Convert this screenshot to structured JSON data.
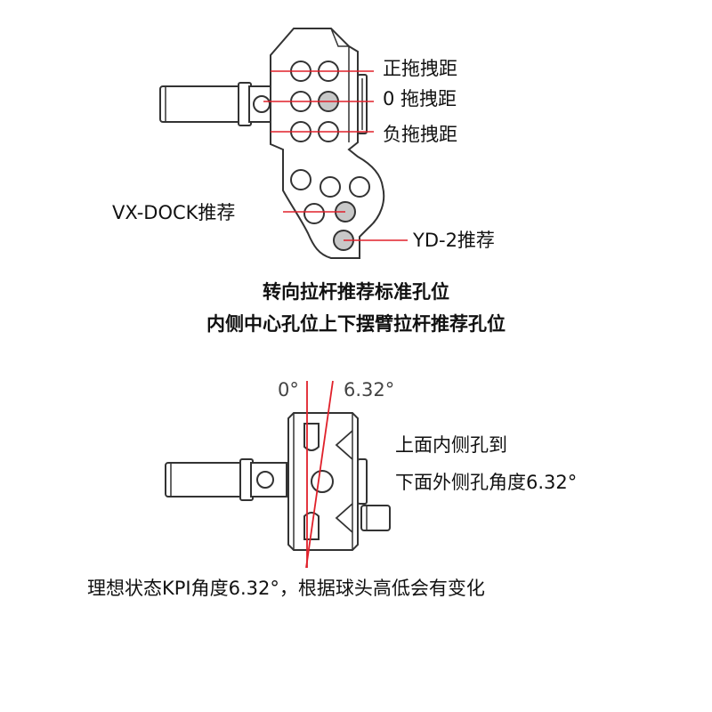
{
  "top_diagram": {
    "labels": {
      "positive_scrub": "正拖拽距",
      "zero_scrub": "0 拖拽距",
      "negative_scrub": "负拖拽距",
      "vx_dock": "VX-DOCK推荐",
      "yd2": "YD-2推荐"
    },
    "caption_line1": "转向拉杆推荐标准孔位",
    "caption_line2": "内侧中心孔位上下摆臂拉杆推荐孔位"
  },
  "bottom_diagram": {
    "angle_zero": "0°",
    "angle_value": "6.32°",
    "note_line1": "上面内侧孔到",
    "note_line2": "下面外侧孔角度6.32°",
    "caption": "理想状态KPI角度6.32°，根据球头高低会有变化"
  },
  "colors": {
    "outline": "#333333",
    "fill": "#ffffff",
    "highlight_hole": "#c8c8c8",
    "guide_line": "#e0202a"
  }
}
